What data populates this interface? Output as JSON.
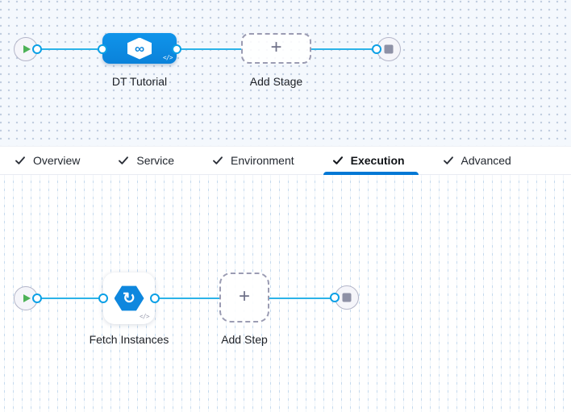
{
  "pipeline_canvas": {
    "stage_node": {
      "label": "DT Tutorial",
      "icon_glyph": "∞",
      "code_badge": "</>"
    },
    "add_stage": {
      "label": "Add Stage",
      "plus": "+"
    }
  },
  "tabs": [
    {
      "label": "Overview",
      "checked": true,
      "active": false
    },
    {
      "label": "Service",
      "checked": true,
      "active": false
    },
    {
      "label": "Environment",
      "checked": true,
      "active": false
    },
    {
      "label": "Execution",
      "checked": true,
      "active": true
    },
    {
      "label": "Advanced",
      "checked": true,
      "active": false
    }
  ],
  "execution_canvas": {
    "step_node": {
      "label": "Fetch Instances",
      "icon_glyph": "↻",
      "code_badge": "</>"
    },
    "add_step": {
      "label": "Add Step",
      "plus": "+"
    }
  },
  "colors": {
    "connector_blue": "#2bb3e8",
    "port_ring_blue": "#0ba0e6",
    "stage_blue": "#0b8ce4",
    "step_icon_blue": "#0e87de",
    "tab_underline_blue": "#0278d5",
    "play_green": "#4db157",
    "stop_gray": "#8e91a6",
    "top_canvas_bg": "#f4f8fd"
  }
}
